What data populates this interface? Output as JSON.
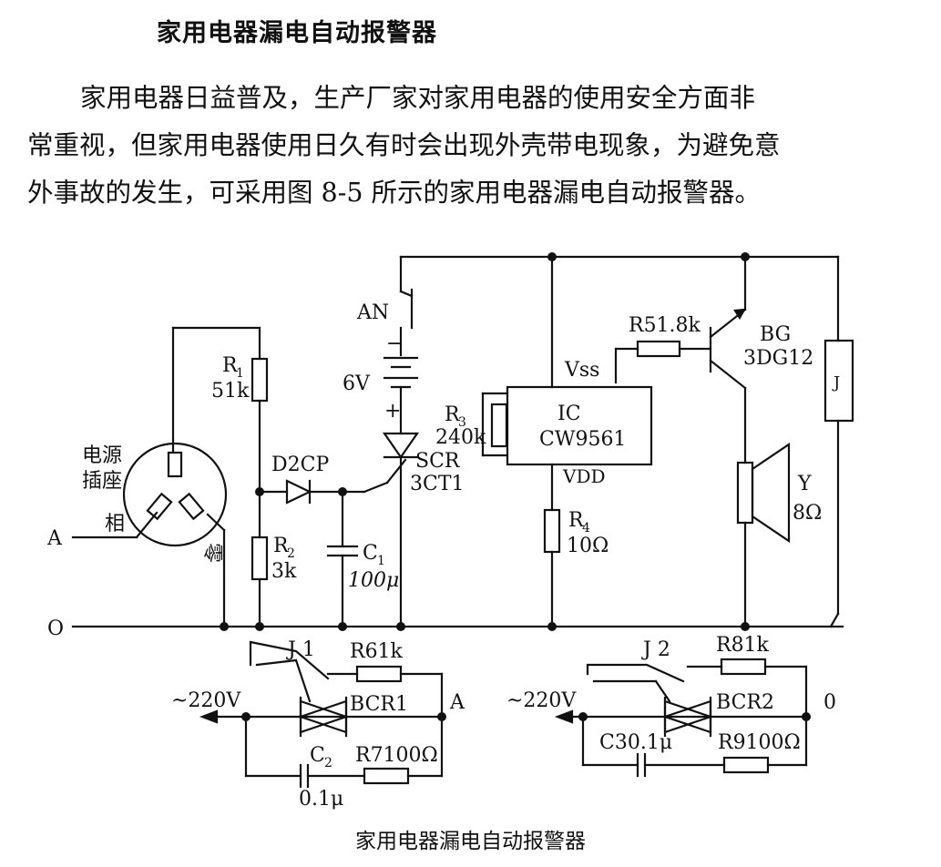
{
  "title": "家用电器漏电自动报警器",
  "paragraph": [
    "家用电器日益普及，生产厂家对家用电器的使用安全方面非",
    "常重视，但家用电器使用日久有时会出现外壳带电现象，为避免意",
    "外事故的发生，可采用图 8-5 所示的家用电器漏电自动报警器。"
  ],
  "caption": "家用电器漏电自动报警器",
  "labels": {
    "socket_1": "电源",
    "socket_2": "插座",
    "phase": "相",
    "neutral": "零",
    "line_A": "A",
    "line_O": "O",
    "r1_name": "R",
    "r1_sub": "1",
    "r1_val": "51k",
    "r2_name": "R",
    "r2_sub": "2",
    "r2_val": "3k",
    "d2cp": "D2CP",
    "c1_name": "C",
    "c1_sub": "1",
    "c1_val": "100μ",
    "an": "AN",
    "battery_minus": "−",
    "battery_v": "6V",
    "battery_plus": "+",
    "scr": "SCR",
    "scr_model": "3CT1",
    "r3_name": "R",
    "r3_sub": "3",
    "r3_val": "240k",
    "ic": "IC",
    "ic_model": "CW9561",
    "vss": "Vss",
    "vdd": "VDD",
    "r4_name": "R",
    "r4_sub": "4",
    "r4_val": "10Ω",
    "r5": "R51.8k",
    "bg": "BG",
    "bg_model": "3DG12",
    "relay": "J",
    "speaker": "Y",
    "speaker_val": "8Ω",
    "j1": "J 1",
    "r6": "R61k",
    "v220_a": "~220V",
    "bcr1": "BCR1",
    "node_a": "A",
    "c2_name": "C",
    "c2_sub": "2",
    "c2_val": "0.1μ",
    "r7": "R7100Ω",
    "j2": "J 2",
    "r8": "R81k",
    "v220_b": "~220V",
    "bcr2": "BCR2",
    "node_o": "0",
    "c3": "C30.1μ",
    "r9": "R9100Ω"
  }
}
